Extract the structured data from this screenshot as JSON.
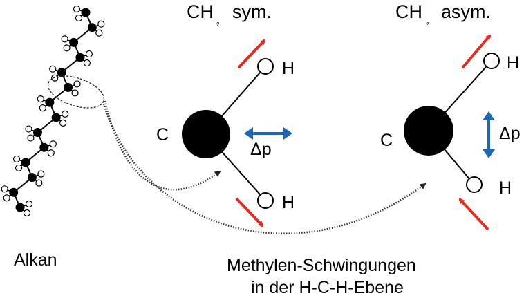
{
  "alkane": {
    "label": "Alkan"
  },
  "sym": {
    "title_main": "CH",
    "title_sub": "2",
    "title_rest": "sym.",
    "carbon": "C",
    "h_top": "H",
    "h_bottom": "H",
    "dipole": "Δp"
  },
  "asym": {
    "title_main": "CH",
    "title_sub": "2",
    "title_rest": "asym.",
    "carbon": "C",
    "h_top": "H",
    "h_bottom": "H",
    "dipole": "Δp"
  },
  "caption": {
    "line1": "Methylen-Schwingungen",
    "line2": "in der H-C-H-Ebene"
  },
  "colors": {
    "motion_arrow": "#e52b1f",
    "dipole_arrow": "#1f66b3",
    "atom": "#000000"
  }
}
